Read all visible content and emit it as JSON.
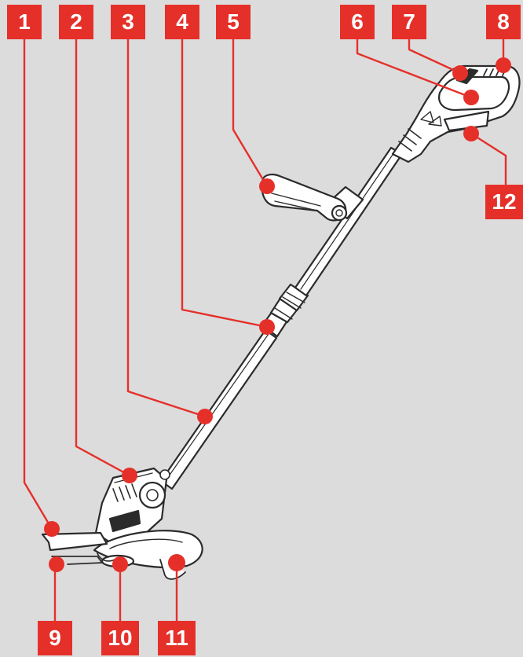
{
  "diagram": {
    "colors": {
      "background": "#dcdcdc",
      "accent": "#e5302a",
      "line": "#2b2b2b",
      "body_fill": "#ffffff"
    },
    "callouts": [
      {
        "id": 1,
        "label": "1"
      },
      {
        "id": 2,
        "label": "2"
      },
      {
        "id": 3,
        "label": "3"
      },
      {
        "id": 4,
        "label": "4"
      },
      {
        "id": 5,
        "label": "5"
      },
      {
        "id": 6,
        "label": "6"
      },
      {
        "id": 7,
        "label": "7"
      },
      {
        "id": 8,
        "label": "8"
      },
      {
        "id": 9,
        "label": "9"
      },
      {
        "id": 10,
        "label": "10"
      },
      {
        "id": 11,
        "label": "11"
      },
      {
        "id": 12,
        "label": "12"
      }
    ]
  }
}
